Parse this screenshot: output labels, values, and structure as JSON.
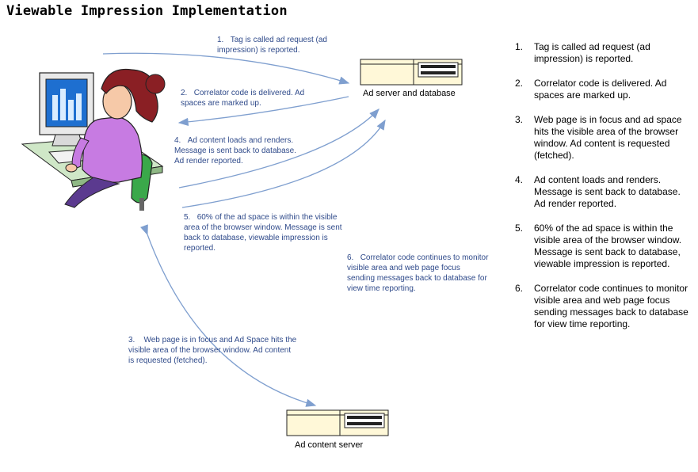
{
  "title": "Viewable Impression Implementation",
  "servers": {
    "ad_server_label": "Ad server and database",
    "content_server_label": "Ad  content server"
  },
  "diagram_notes": [
    {
      "num": "1.",
      "text": "Tag is called ad request (ad impression) is reported."
    },
    {
      "num": "2.",
      "text": "Correlator code is delivered. Ad spaces are marked up."
    },
    {
      "num": "4.",
      "text": "Ad content loads and renders. Message is sent back to database. Ad render reported."
    },
    {
      "num": "5.",
      "text": "60% of the ad space is within the visible area of the browser window.  Message is sent back to database, viewable impression is reported."
    },
    {
      "num": "6.",
      "text": "Correlator code continues to monitor visible area and web page focus sending messages back to database for view time reporting."
    },
    {
      "num": "3.",
      "text": "Web page is in focus and Ad Space hits the visible area of the browser window.  Ad content is requested (fetched)."
    }
  ],
  "steps": [
    {
      "num": "1.",
      "text": "Tag is called ad request (ad impression) is reported."
    },
    {
      "num": "2.",
      "text": "Correlator code is delivered. Ad spaces are marked up."
    },
    {
      "num": "3.",
      "text": "Web page is in focus and ad space hits the visible area of the browser window.  Ad content is requested (fetched)."
    },
    {
      "num": "4.",
      "text": "Ad content loads and renders. Message is sent back to database. Ad render reported."
    },
    {
      "num": "5.",
      "text": "60% of the ad space is within the visible area of the browser window. Message is sent back to database, viewable impression is reported."
    },
    {
      "num": "6.",
      "text": "Correlator code continues to monitor visible area and web page focus sending messages back to database for view time reporting."
    }
  ],
  "colors": {
    "arrow": "#7f9fcf",
    "note_text": "#2f4a8a",
    "server_body": "#fff8d8"
  }
}
